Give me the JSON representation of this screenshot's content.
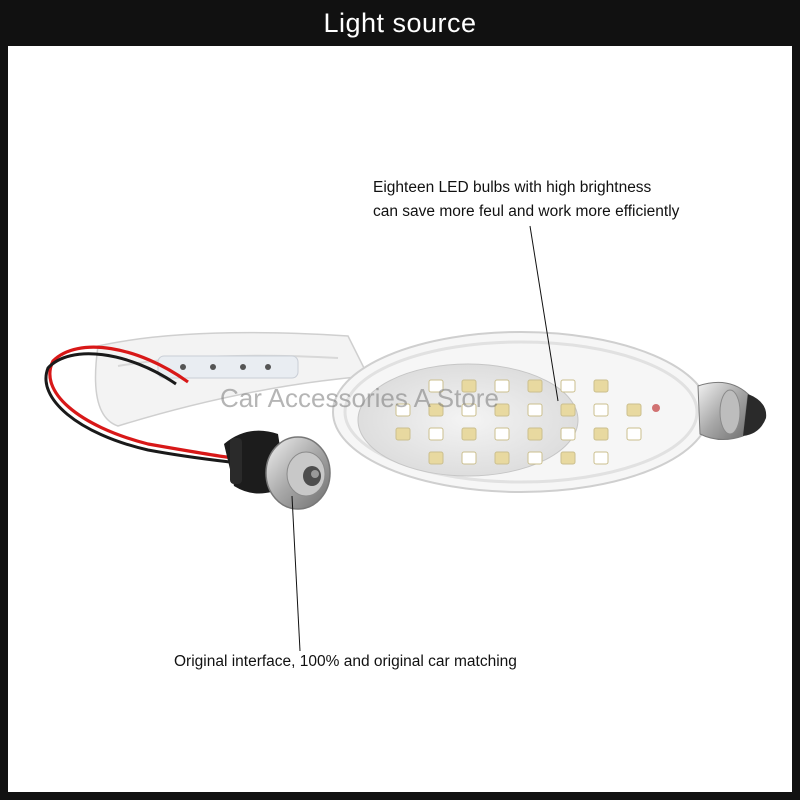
{
  "header": {
    "title": "Light source"
  },
  "callouts": {
    "top_line1": "Eighteen LED bulbs with high brightness",
    "top_line2": "can save more feul and work more efficiently",
    "bottom": "Original interface, 100% and original car matching"
  },
  "watermark": "Car Accessories A Store",
  "colors": {
    "frame": "#111111",
    "background": "#ffffff",
    "wire_red": "#d81818",
    "wire_black": "#1a1a1a",
    "led_yellow": "#e8d9a0"
  }
}
